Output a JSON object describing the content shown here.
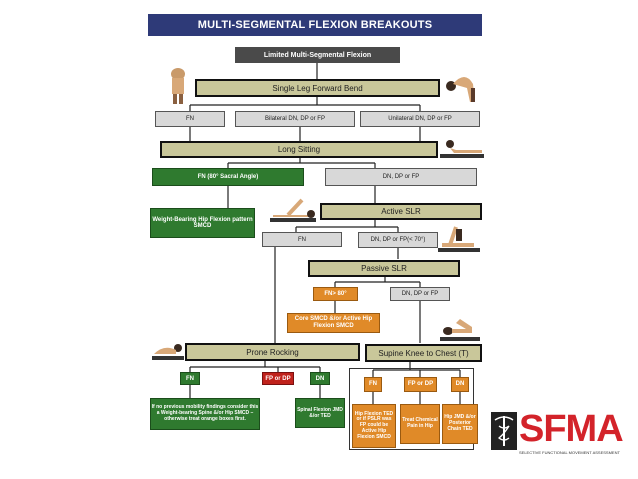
{
  "title": "MULTI-SEGMENTAL FLEXION BREAKOUTS",
  "top": "Limited Multi-Segmental Flexion",
  "single_leg": "Single Leg Forward Bend",
  "row1": {
    "fn": "FN",
    "bilateral": "Bilateral DN, DP or FP",
    "unilateral": "Unilateral DN, DP or FP"
  },
  "long_sitting": "Long Sitting",
  "fn80": "FN (80° Sacral Angle)",
  "dn_dp_fp": "DN, DP or FP",
  "wb_hip": "Weight-Bearing Hip Flexion pattern SMCD",
  "active_slr": "Active SLR",
  "active_row": {
    "fn": "FN",
    "dn": "DN, DP or FP(< 70°)"
  },
  "passive_slr": "Passive SLR",
  "fn_gt80": "FN> 80°",
  "passive_dn": "DN, DP or FP",
  "core": "Core SMCD &/or Active Hip Flexion SMCD",
  "prone": "Prone Rocking",
  "supine": "Supine Knee to Chest (T)",
  "prone_row": {
    "fn": "FN",
    "fp": "FP or DP",
    "dn": "DN"
  },
  "prone_fn_text": "If no previous mobility findings consider this a Weight-bearing Spine &/or Hip SMCD – otherwise treat orange boxes first.",
  "prone_dn_text": "Spinal Flexion JMD &/or TED",
  "supine_row": {
    "fn": "FN",
    "fp": "FP or DP",
    "dn": "DN"
  },
  "supine_fn_text": "Hip Flexion TED or if PSLR was FP could be Active Hip Flexion SMCD",
  "supine_fp_text": "Treat Chemical Pain in Hip",
  "supine_dn_text": "Hip JMD &/or Posterior Chain TED",
  "logo": {
    "name": "SFMA",
    "subtitle": "SELECTIVE FUNCTIONAL MOVEMENT ASSESSMENT"
  },
  "colors": {
    "title_bg": "#2e3a78",
    "olive": "#c9c79a",
    "green": "#2f7a2f",
    "orange": "#e08a28",
    "red": "#c0221c",
    "logo_red": "#d3232a"
  }
}
